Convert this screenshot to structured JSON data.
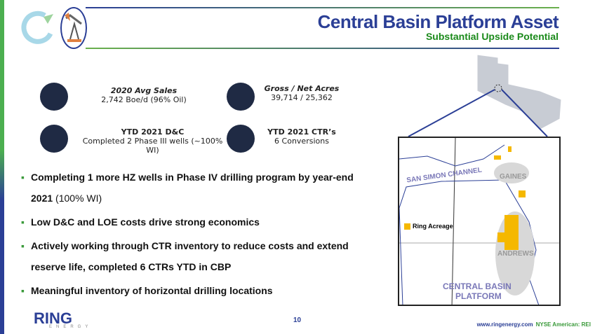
{
  "header": {
    "title": "Central Basin Platform Asset",
    "subtitle": "Substantial Upside Potential"
  },
  "stats": [
    {
      "label": "2020 Avg Sales",
      "value": "2,742 Boe/d (96% Oil)",
      "icon": "oil-barrel-icon"
    },
    {
      "label": "Gross / Net Acres",
      "value": "39,714 / 25,362",
      "icon": "map-pin-icon"
    },
    {
      "label": "YTD 2021 D&C",
      "value": "Completed 2 Phase III wells (~100% WI)",
      "icon": "drilling-rig-icon"
    },
    {
      "label": "YTD 2021 CTR’s",
      "value": "6 Conversions",
      "icon": "pump-jack-icon"
    }
  ],
  "bullets": [
    {
      "bold": "Completing 1 more HZ wells in Phase IV drilling program by year-end 2021",
      "normal": " (100% WI)"
    },
    {
      "bold": "Low D&C and LOE costs drive strong economics",
      "normal": ""
    },
    {
      "bold": "Actively working through CTR inventory to reduce costs and extend reserve life, completed 6 CTRs YTD in CBP",
      "normal": ""
    },
    {
      "bold": "Meaningful inventory of horizontal drilling locations",
      "normal": ""
    }
  ],
  "map": {
    "legend": "Ring Acreage",
    "labels": {
      "channel": "SAN SIMON CHANNEL",
      "gaines": "GAINES",
      "andrews": "ANDREWS",
      "cbp1": "CENTRAL BASIN",
      "cbp2": "PLATFORM"
    },
    "acreage_color": "#f5b800"
  },
  "footer": {
    "page": "10",
    "url": "www.ringenergy.com",
    "ticker": "NYSE American: REI",
    "logo": "RING",
    "logo_sub": "ENERGY"
  }
}
